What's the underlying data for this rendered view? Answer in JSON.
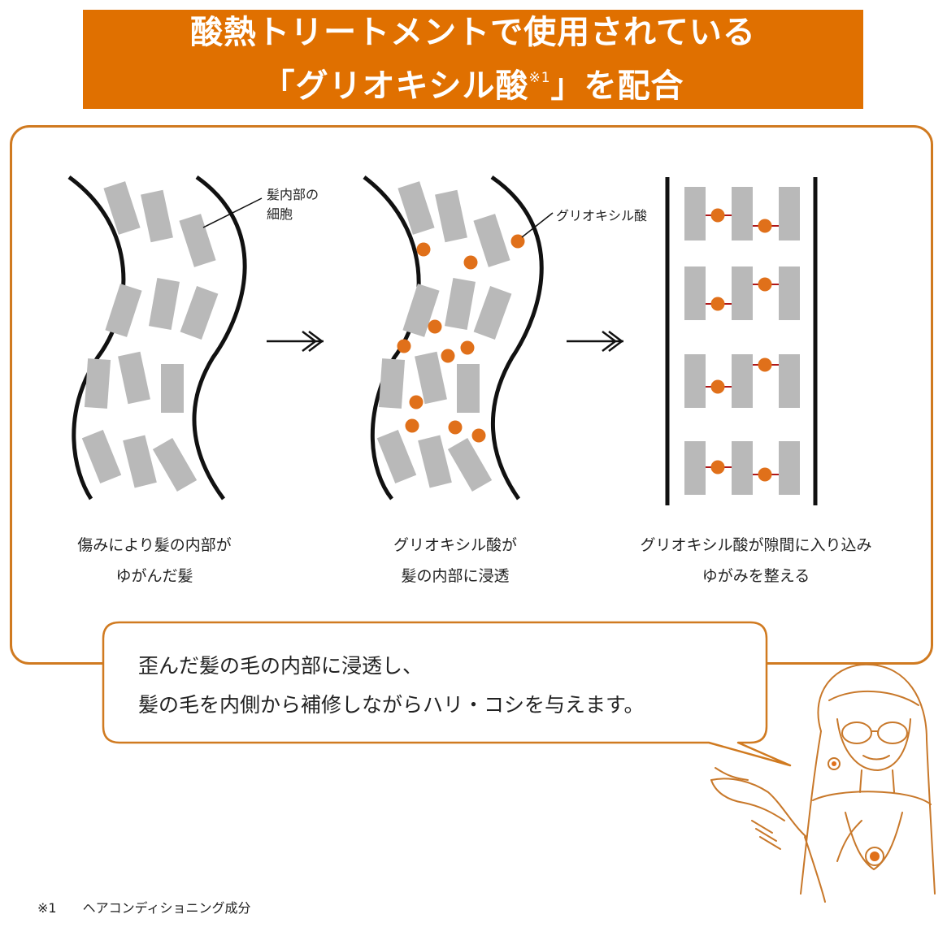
{
  "header": {
    "title_line1": "酸熱トリートメントで使用されている",
    "title_line2_pre": "「グリオキシル酸",
    "title_line2_sup": "※1",
    "title_line2_post": "」を配合"
  },
  "diagram": {
    "label_cells": [
      "髪内部の",
      "細胞"
    ],
    "label_acid": "グリオキシル酸",
    "captions": [
      [
        "傷みにより髪の内部が",
        "ゆがんだ髪"
      ],
      [
        "グリオキシル酸が",
        "髪の内部に浸透"
      ],
      [
        "グリオキシル酸が隙間に入り込み",
        "ゆがみを整える"
      ]
    ]
  },
  "speech": {
    "line1": "歪んだ髪の毛の内部に浸透し、",
    "line2": "髪の毛を内側から補修しながらハリ・コシを与えます。"
  },
  "footnote": {
    "mark": "※1",
    "text": "ヘアコンディショニング成分"
  },
  "colors": {
    "accent_orange": "#e07000",
    "frame_orange": "#d07a20",
    "cell_gray": "#b9b9b9",
    "acid_orange": "#e0701a",
    "bond_red": "#b01818"
  }
}
